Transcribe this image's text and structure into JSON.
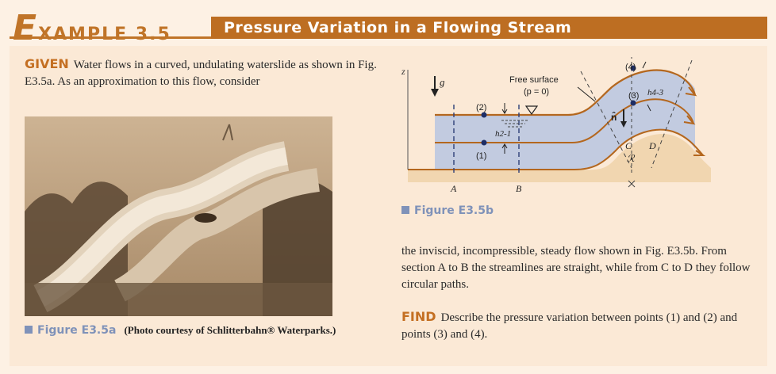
{
  "header": {
    "example_initial": "E",
    "example_rest": "XAMPLE 3.5",
    "title": "Pressure Variation in a Flowing Stream"
  },
  "given": {
    "label": "GIVEN",
    "text_part1": "Water flows in a curved, undulating waterslide as shown in Fig. E3.5a. As an approximation to this flow, consider",
    "text_part2": "the inviscid, incompressible, steady flow shown in Fig. E3.5b. From section A to B the streamlines are straight, while from C to D they follow circular paths."
  },
  "find": {
    "label": "FIND",
    "text": "Describe the pressure variation between points (1) and (2) and points (3) and (4)."
  },
  "figure_a": {
    "label": "Figure E3.5a",
    "caption": "(Photo courtesy of Schlitterbahn® Waterparks.)"
  },
  "figure_b": {
    "label": "Figure E3.5b",
    "labels": {
      "z": "z",
      "g": "g",
      "free_surface": "Free surface",
      "p_zero": "(p = 0)",
      "p1": "(1)",
      "p2": "(2)",
      "p3": "(3)",
      "p4": "(4)",
      "h21": "h2-1",
      "h43": "h4-3",
      "n": "n̂",
      "A": "A",
      "B": "B",
      "C": "C",
      "D": "D",
      "R": "ℛ"
    }
  },
  "colors": {
    "accent": "#c07428",
    "banner": "#bd6e22",
    "caption_blue": "#7f92b9",
    "water": "#c2cbe0",
    "bed": "#f1d6b0"
  }
}
